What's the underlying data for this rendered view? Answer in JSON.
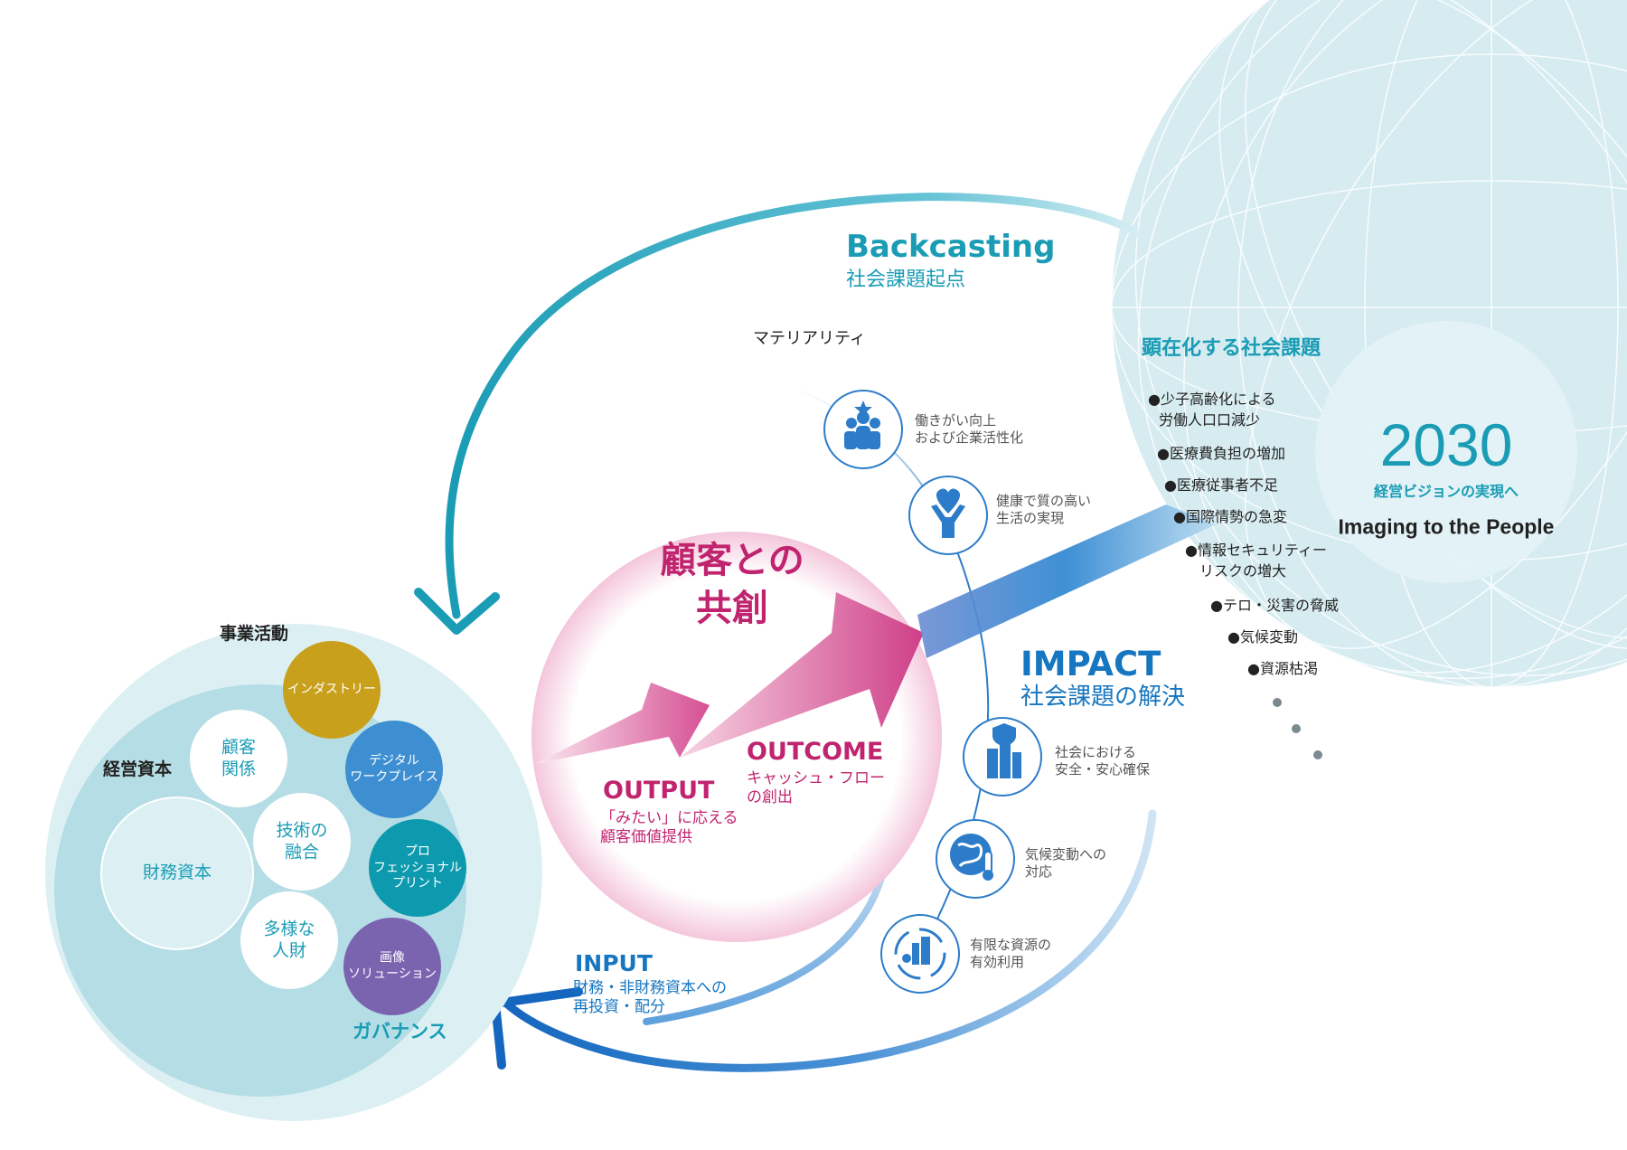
{
  "backcasting": {
    "title": "Backcasting",
    "subtitle": "社会課題起点"
  },
  "materiality": {
    "label": "マテリアリティ",
    "items": [
      {
        "l1": "働きがい向上",
        "l2": "および企業活性化",
        "icon": "people-star-icon"
      },
      {
        "l1": "健康で質の高い",
        "l2": "生活の実現",
        "icon": "heart-person-icon"
      },
      {
        "l1": "社会における",
        "l2": "安全・安心確保",
        "icon": "shield-building-icon"
      },
      {
        "l1": "気候変動への",
        "l2": "対応",
        "icon": "globe-thermometer-icon"
      },
      {
        "l1": "有限な資源の",
        "l2": "有効利用",
        "icon": "recycle-building-icon"
      }
    ]
  },
  "social_issues": {
    "title": "顕在化する社会課題",
    "items": [
      {
        "l1": "●少子高齢化による",
        "l2": "労働人口口減少"
      },
      {
        "l1": "●医療費負担の増加"
      },
      {
        "l1": "●医療従事者不足"
      },
      {
        "l1": "●国際情勢の急変"
      },
      {
        "l1": "●情報セキュリティー",
        "l2": "リスクの増大"
      },
      {
        "l1": "●テロ・災害の脅威"
      },
      {
        "l1": "●気候変動"
      },
      {
        "l1": "●資源枯渇"
      }
    ]
  },
  "vision": {
    "year": "2030",
    "subtitle": "経営ビジョンの実現へ",
    "tagline": "Imaging to the People"
  },
  "cocreation": {
    "l1": "顧客との",
    "l2": "共創"
  },
  "output": {
    "title": "OUTPUT",
    "l1": "「みたい」に応える",
    "l2": "顧客価値提供"
  },
  "outcome": {
    "title": "OUTCOME",
    "l1": "キャッシュ・フロー",
    "l2": "の創出"
  },
  "impact": {
    "title": "IMPACT",
    "subtitle": "社会課題の解決"
  },
  "input": {
    "title": "INPUT",
    "l1": "財務・非財務資本への",
    "l2": "再投資・配分"
  },
  "capital": {
    "business_label": "事業活動",
    "capital_label": "経営資本",
    "governance": "ガバナンス",
    "circles": {
      "customer": {
        "l1": "顧客",
        "l2": "関係"
      },
      "tech": {
        "l1": "技術の",
        "l2": "融合"
      },
      "finance": "財務資本",
      "talent": {
        "l1": "多様な",
        "l2": "人財"
      }
    },
    "businesses": [
      {
        "l1": "インダストリー",
        "color": "#c9a01c"
      },
      {
        "l1": "デジタル",
        "l2": "ワークプレイス",
        "color": "#3d8fd1"
      },
      {
        "l1": "プロ",
        "l2": "フェッショナル",
        "l3": "プリント",
        "color": "#0d9aae"
      },
      {
        "l1": "画像",
        "l2": "ソリューション",
        "color": "#7a64b0"
      }
    ]
  },
  "colors": {
    "teal": "#1a9cb5",
    "magenta": "#c1246f",
    "blue": "#1676c0",
    "globe": "#d6ecf1",
    "capital_circle": "#dcf0f4"
  }
}
